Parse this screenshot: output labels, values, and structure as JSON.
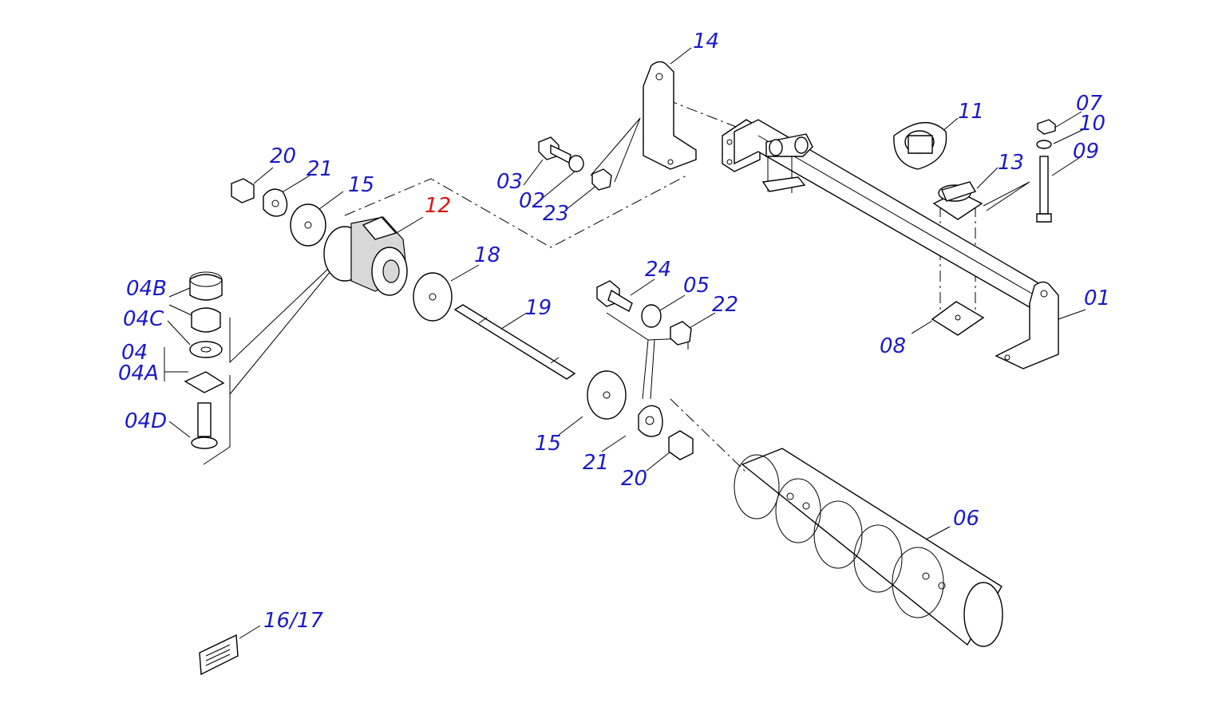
{
  "accent_color": "#1a1ac8",
  "selected_color": "#e01010",
  "selected_part": "12",
  "labels": {
    "p14": "14",
    "p11": "11",
    "p07": "07",
    "p10": "10",
    "p13": "13",
    "p09": "09",
    "p20a": "20",
    "p21a": "21",
    "p15a": "15",
    "p12": "12",
    "p03": "03",
    "p02": "02",
    "p23": "23",
    "p18": "18",
    "p04B": "04B",
    "p04C": "04C",
    "p04": "04",
    "p04A": "04A",
    "p04D": "04D",
    "p19": "19",
    "p24": "24",
    "p05": "05",
    "p22": "22",
    "p01": "01",
    "p08": "08",
    "p15b": "15",
    "p21b": "21",
    "p20b": "20",
    "p06": "06",
    "p1617": "16/17"
  }
}
